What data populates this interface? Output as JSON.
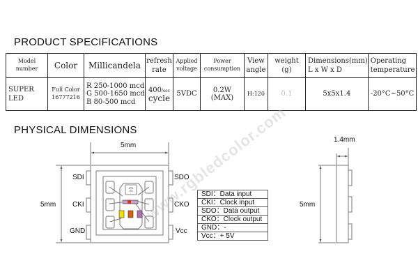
{
  "spec_title": "PRODUCT SPECIFICATIONS",
  "spec_table": {
    "headers": {
      "model": "Model number",
      "color": "Color",
      "mcd": "Millicandela",
      "refresh_1": "refresh",
      "refresh_2": "rate",
      "voltage_1": "Applied",
      "voltage_2": "voltage",
      "power_1": "Power",
      "power_2": "consumption",
      "view_1": "View",
      "view_2": "angle",
      "weight_1": "weight",
      "weight_2": "(g)",
      "dims_1": "Dimensions(mm)",
      "dims_2": "L x W x D",
      "temp_1": "Operating",
      "temp_2": "temperature"
    },
    "row": {
      "model": "SUPER LED",
      "color_1": "Full Color",
      "color_2": "16777216",
      "mcd_r": "R 250-1000 mcd",
      "mcd_g": "G 500-1650 mcd",
      "mcd_b": "B 80-500 mcd",
      "refresh_1": "400",
      "refresh_unit": "/sec",
      "refresh_2": "cycle",
      "voltage": "5VDC",
      "power_1": "0.2W",
      "power_2": "(MAX)",
      "view": "H:120",
      "weight": "0.1",
      "dims": "5x5x1.4",
      "temp": "-20°C~50°C"
    }
  },
  "dims_title": "PHYSICAL DIMENSIONS",
  "front_view": {
    "width_label": "5mm",
    "height_label": "5mm",
    "pins_left": [
      "SDI",
      "CKI",
      "GND"
    ],
    "pins_right": [
      "SDO",
      "CKO",
      "Vcc"
    ],
    "chip_label_1": "APA",
    "chip_label_2": "101",
    "led_colors": [
      "#f2e200",
      "#d9600a",
      "#b070b0"
    ]
  },
  "legend": [
    "SDI：Data input",
    "CKI：Clock input",
    "SDO：Data output",
    "CKO：Clock output",
    "GND：-",
    "Vcc：+ 5V"
  ],
  "side_view": {
    "depth_label": "1.4mm",
    "height_label": "5mm"
  },
  "watermark": "www.rgbledcolor.com"
}
